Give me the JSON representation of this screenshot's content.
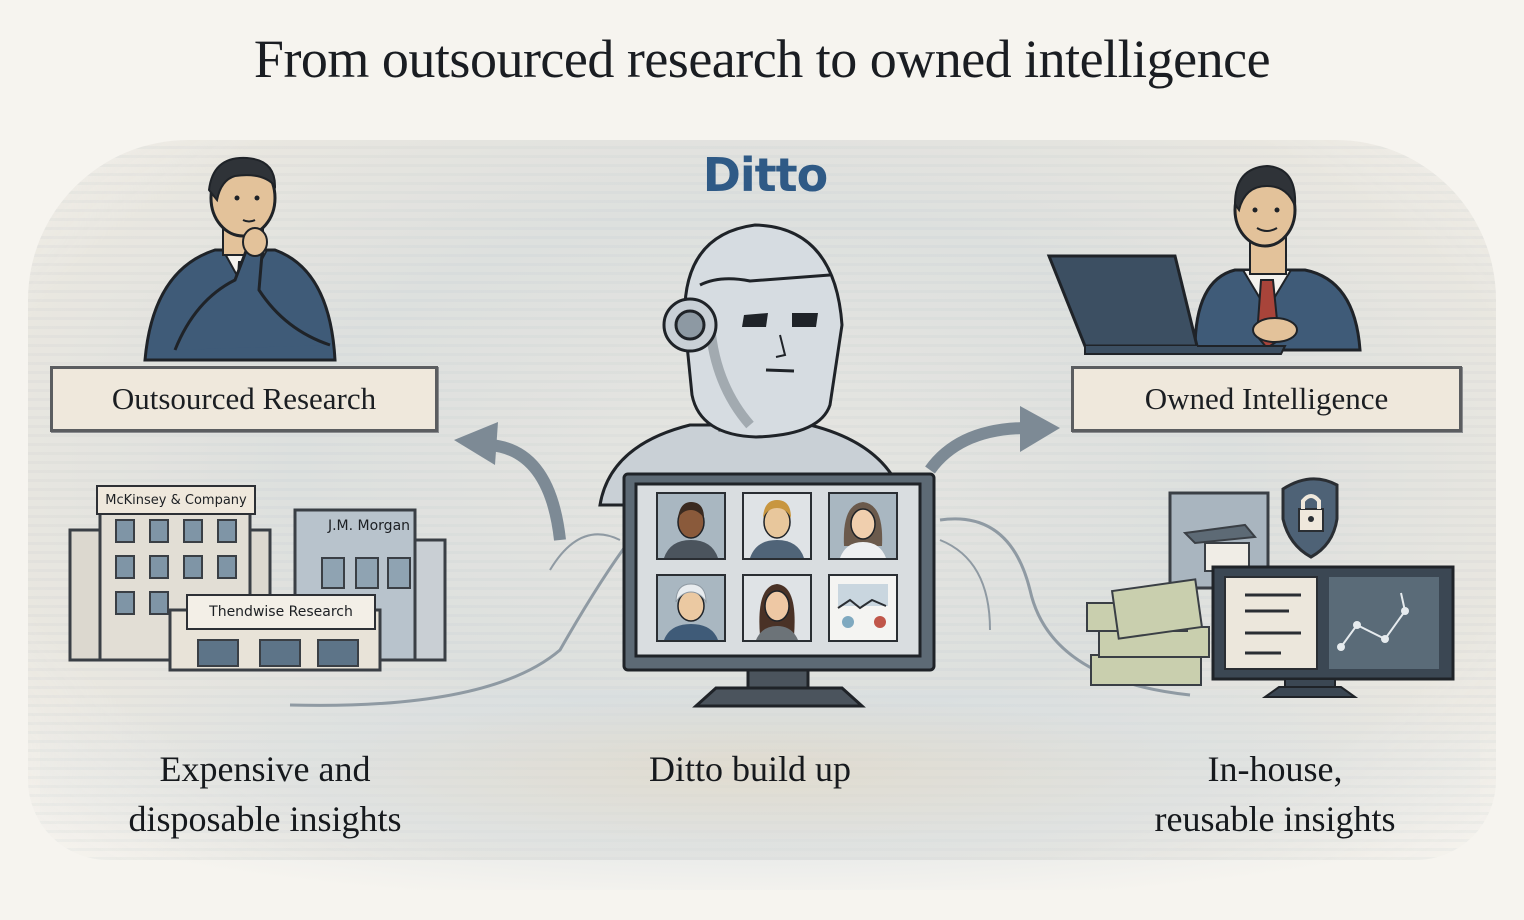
{
  "title": "From outsourced research to owned intelligence",
  "brand": {
    "name": "Ditto",
    "color": "#2f5a86"
  },
  "left": {
    "label": "Outsourced Research",
    "caption_line1": "Expensive and",
    "caption_line2": "disposable insights",
    "figure": "thinking-businessman",
    "buildings": {
      "signs": [
        "McKinsey & Company",
        "J.M. Morgan",
        "Thendwise Research"
      ]
    }
  },
  "center": {
    "caption": "Ditto build up",
    "figure": "robot-with-monitor",
    "monitor_tiles": [
      "persona-1",
      "persona-2",
      "persona-3",
      "persona-4",
      "persona-5",
      "chart-tile"
    ]
  },
  "right": {
    "label": "Owned Intelligence",
    "caption_line1": "In-house,",
    "caption_line2": "reusable insights",
    "figure": "businessman-at-laptop",
    "assets": [
      "filing-cabinet",
      "security-shield-lock",
      "cash-stacks",
      "dashboard-monitor"
    ]
  },
  "colors": {
    "suit": "#3f5b78",
    "tie": "#a8443a",
    "label_bg": "#efe8dc",
    "robot": "#c9d0d6",
    "arrow": "#7d8a95"
  }
}
